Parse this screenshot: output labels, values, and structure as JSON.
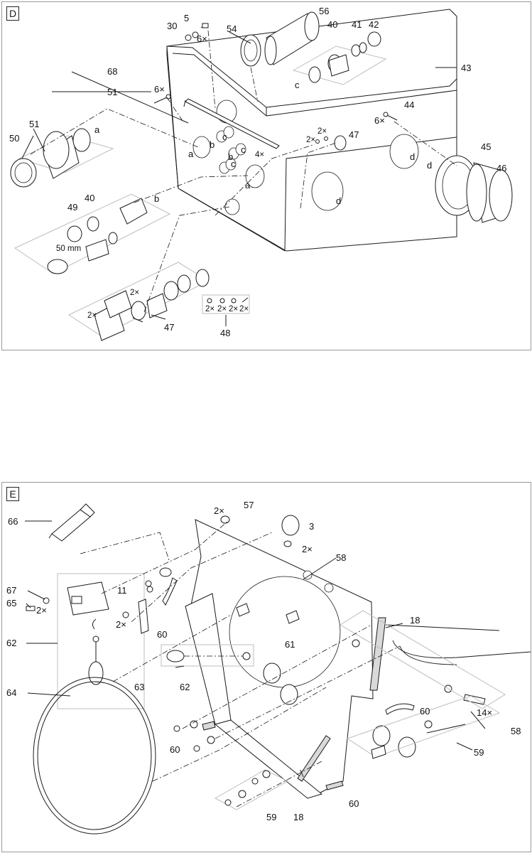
{
  "panel_d": {
    "letter": "D",
    "callouts": [
      "5",
      "30",
      "6×",
      "54",
      "56",
      "40",
      "41",
      "42",
      "43",
      "68",
      "51",
      "6×",
      "c",
      "44",
      "6×",
      "2×",
      "2×",
      "47",
      "45",
      "d",
      "46",
      "51",
      "50",
      "a",
      "a",
      "b",
      "c",
      "b",
      "c",
      "4×",
      "c",
      "a",
      "d",
      "d",
      "49",
      "40",
      "b",
      "50 mm",
      "2×",
      "2×",
      "47",
      "2×",
      "2×",
      "2×",
      "2×",
      "48"
    ]
  },
  "panel_e": {
    "letter": "E",
    "callouts": [
      "66",
      "2×",
      "57",
      "3",
      "2×",
      "58",
      "67",
      "65",
      "2×",
      "11",
      "2×",
      "60",
      "61",
      "62",
      "18",
      "63",
      "62",
      "64",
      "60",
      "14×",
      "58",
      "60",
      "59",
      "59",
      "18",
      "60"
    ]
  }
}
